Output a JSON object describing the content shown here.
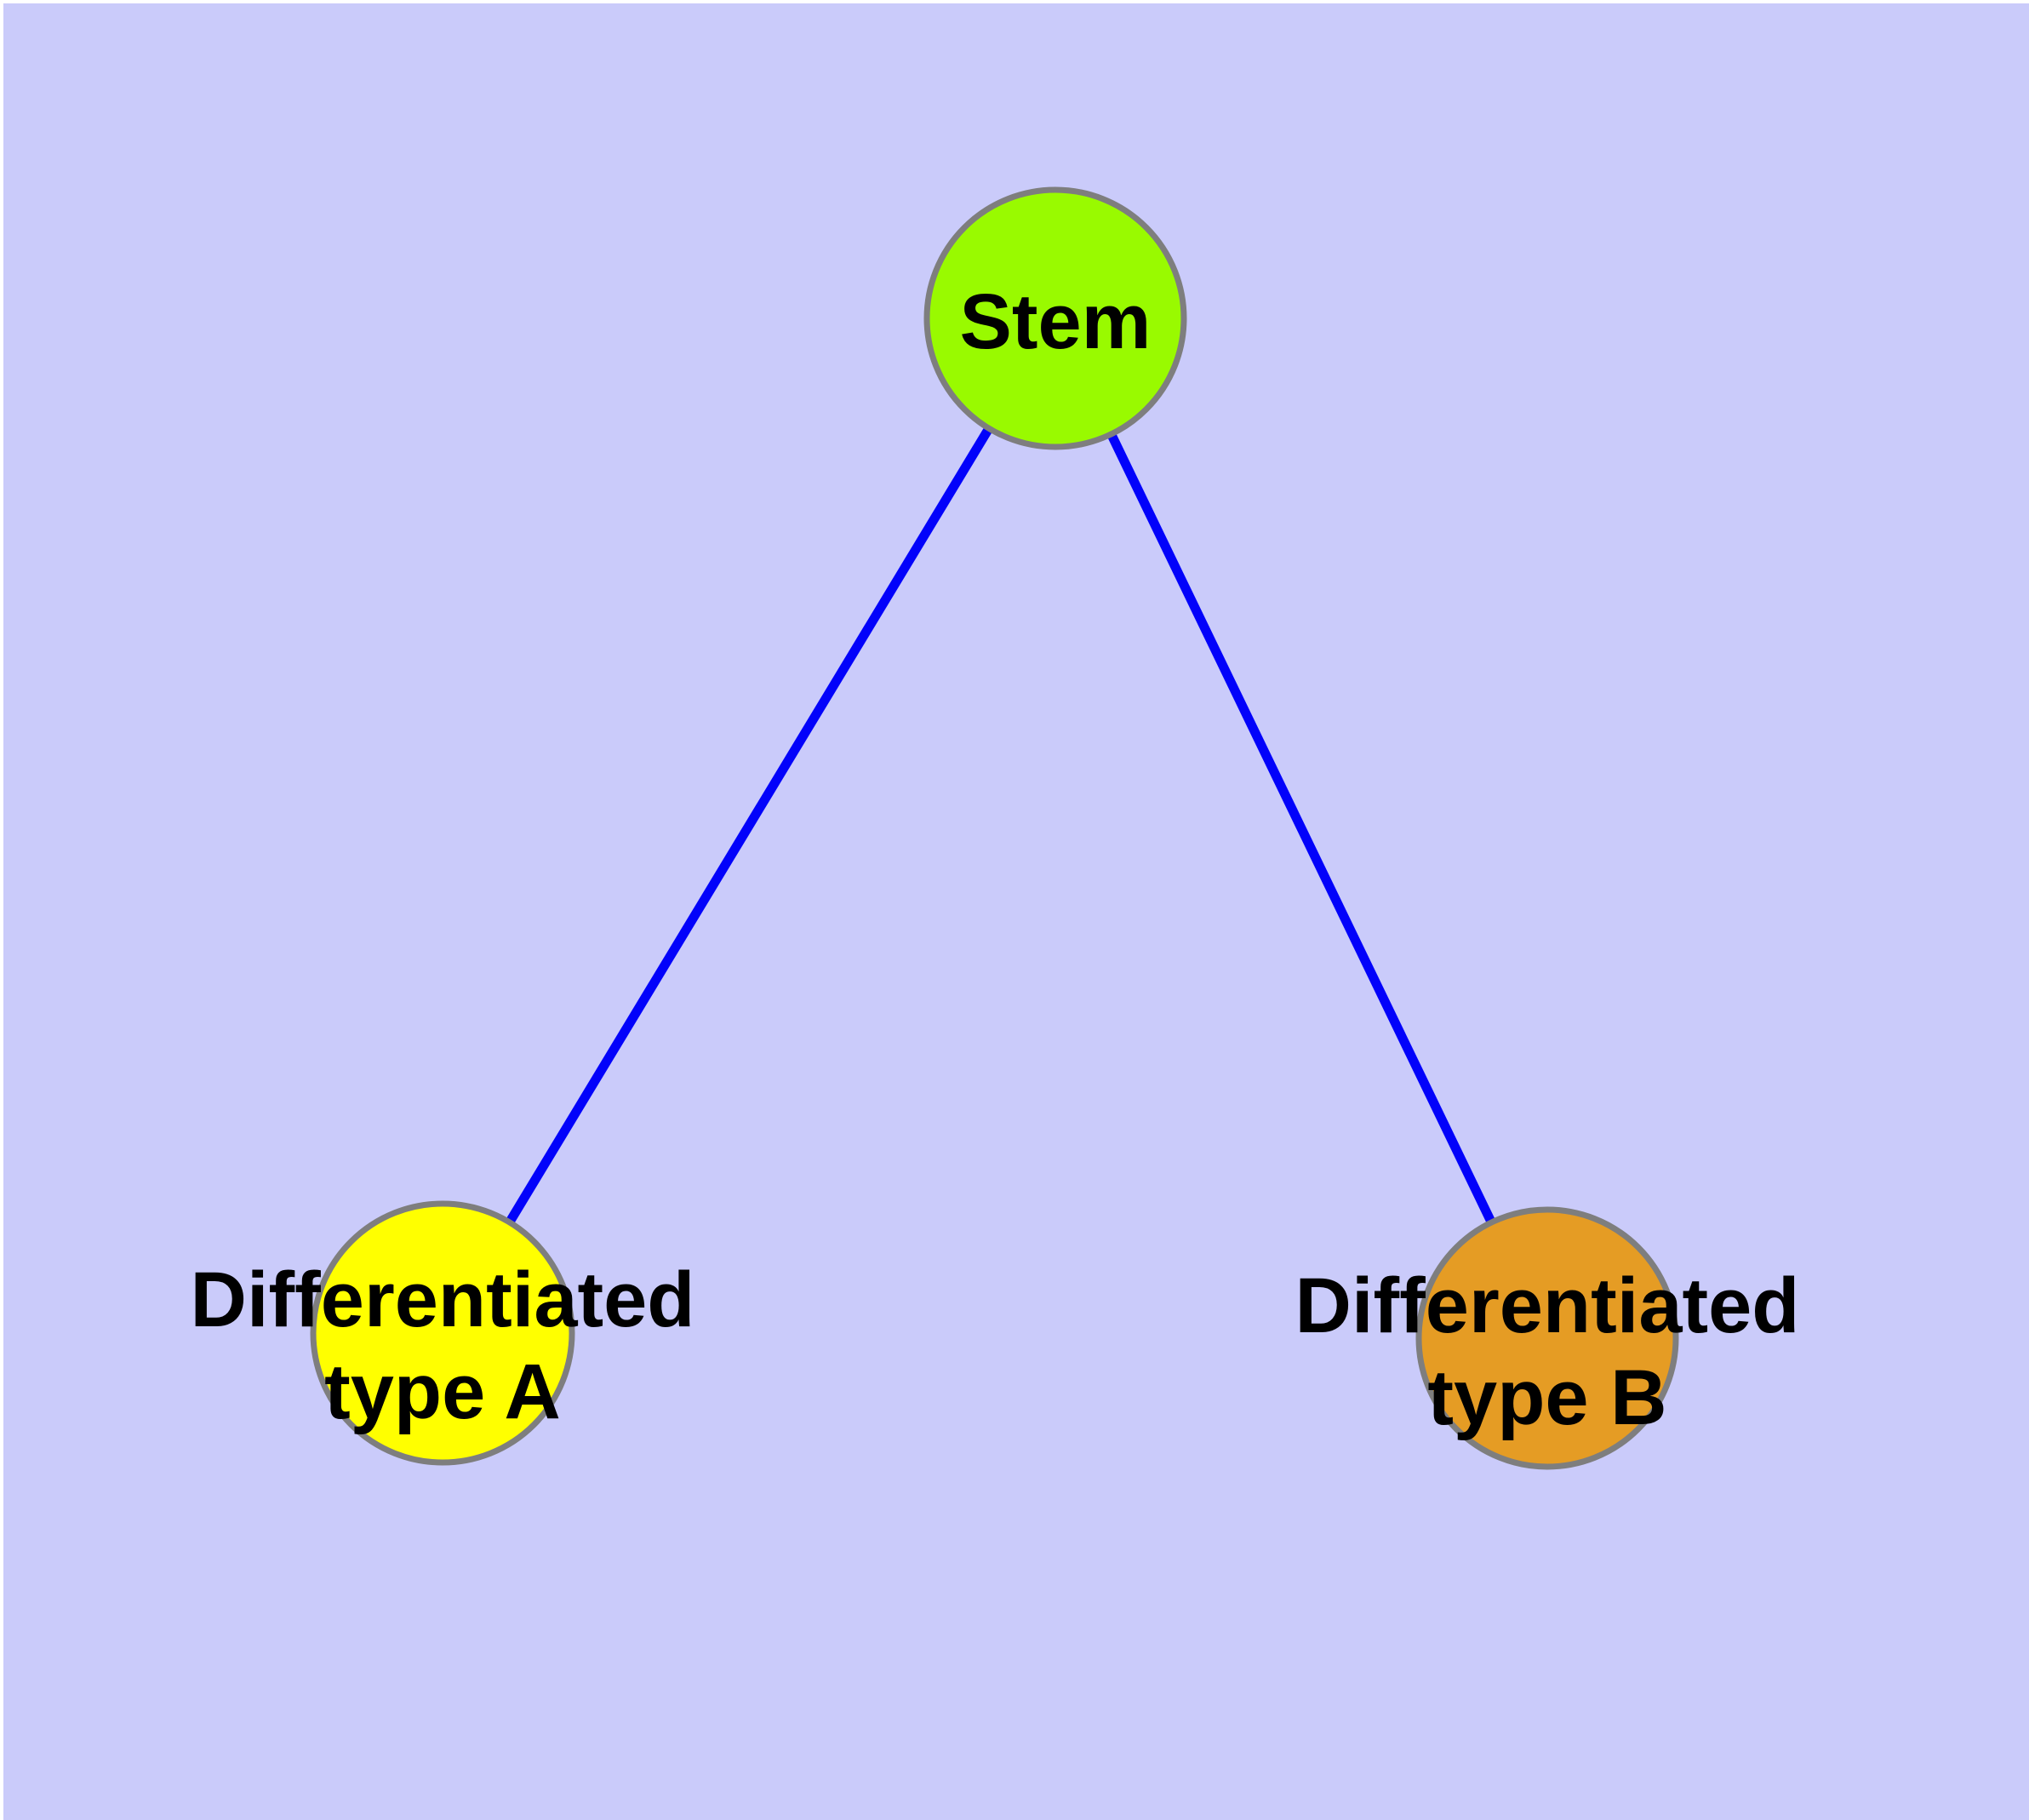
{
  "diagram": {
    "type": "graph",
    "background_color": "#cacbfa",
    "margin_color": "#ffffff",
    "edge_color": "#0202fa",
    "node_border_color": "#7e7e7e",
    "label_color": "#000000",
    "nodes": [
      {
        "id": "stem",
        "label": "Stem",
        "color": "#99fa00"
      },
      {
        "id": "diff-a",
        "label": "Differentiated\ntype A",
        "color": "#ffff00"
      },
      {
        "id": "diff-b",
        "label": "Differentiated\ntype B",
        "color": "#e59c24"
      }
    ],
    "edges": [
      {
        "from": "Stem",
        "to": "Differentiated type A"
      },
      {
        "from": "Stem",
        "to": "Differentiated type B"
      }
    ]
  }
}
